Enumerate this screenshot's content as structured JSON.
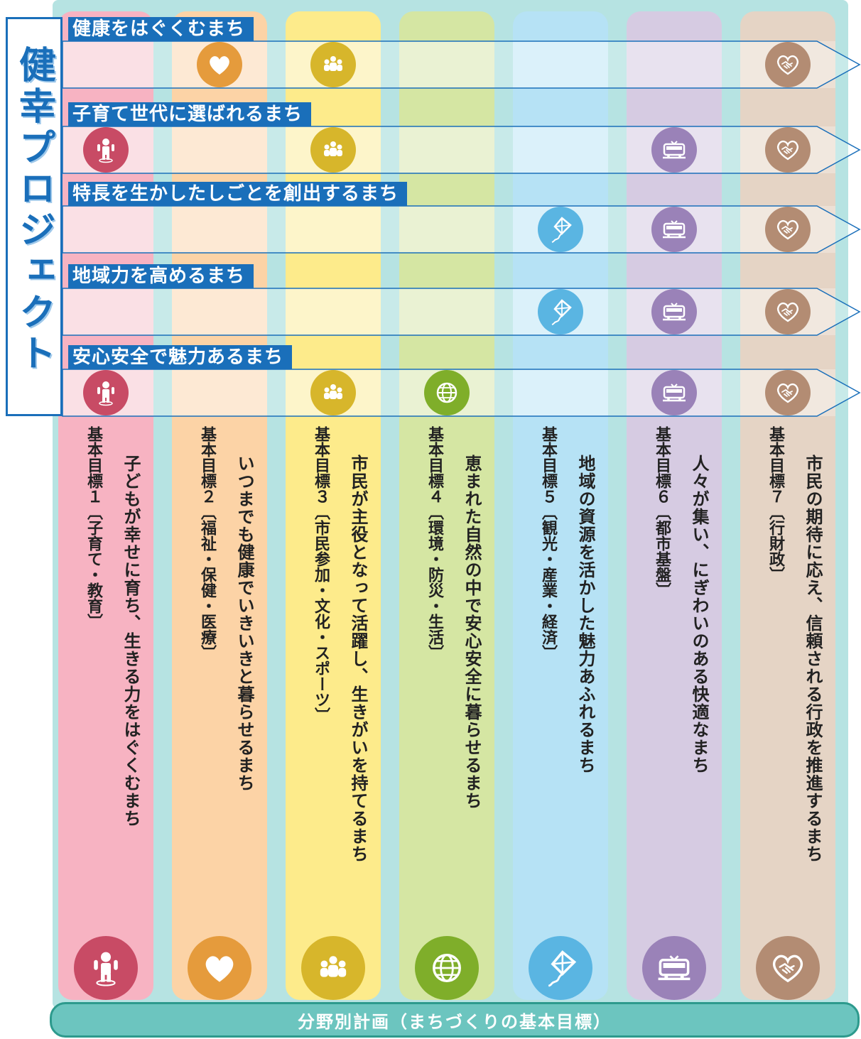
{
  "project_label": "健幸プロジェクト",
  "bottom_label": "分野別計画（まちづくりの基本目標）",
  "goals": [
    {
      "label": "基本目標１〔子育て・教育〕",
      "title": "子どもが幸せに育ち、生きる力をはぐくむまち",
      "color": "#f7b3c2",
      "band_color": "#f8d6dd",
      "icon_color": "#c84b65",
      "icon": "child-icon"
    },
    {
      "label": "基本目標２〔福祉・保健・医療〕",
      "title": "いつまでも健康でいきいきと暮らせるまち",
      "color": "#fcd3a6",
      "band_color": "#fde2c6",
      "icon_color": "#e59b3c",
      "icon": "heart-icon"
    },
    {
      "label": "基本目標３〔市民参加・文化・スポーツ〕",
      "title": "市民が主役となって活躍し、生きがいを持てるまち",
      "color": "#fdeb8b",
      "band_color": "#fdf2b8",
      "icon_color": "#d7b62b",
      "icon": "people-icon"
    },
    {
      "label": "基本目標４〔環境・防災・生活〕",
      "title": "恵まれた自然の中で安心安全に暮らせるまち",
      "color": "#d5e6a3",
      "band_color": "#e3eec4",
      "icon_color": "#7fae2a",
      "icon": "globe-icon"
    },
    {
      "label": "基本目標５〔観光・産業・経済〕",
      "title": "地域の資源を活かした魅力あふれるまち",
      "color": "#b6e2f5",
      "band_color": "#cfecf8",
      "icon_color": "#5ab5e2",
      "icon": "kite-icon"
    },
    {
      "label": "基本目標６〔都市基盤〕",
      "title": "人々が集い、にぎわいのある快適なまち",
      "color": "#d6cbe2",
      "band_color": "#e1d8ea",
      "icon_color": "#9a82b8",
      "icon": "train-icon"
    },
    {
      "label": "基本目標７〔行財政〕",
      "title": "市民の期待に応え、信頼される行政を推進するまち",
      "color": "#e5d4c5",
      "band_color": "#ece0d5",
      "icon_color": "#b38c73",
      "icon": "handshake-heart-icon"
    }
  ],
  "projects": [
    {
      "title": "健康をはぐくむまち",
      "goals": [
        2,
        3,
        7
      ]
    },
    {
      "title": "子育て世代に選ばれるまち",
      "goals": [
        1,
        3,
        6,
        7
      ]
    },
    {
      "title": "特長を生かしたしごとを創出するまち",
      "goals": [
        5,
        6,
        7
      ]
    },
    {
      "title": "地域力を高めるまち",
      "goals": [
        5,
        6,
        7
      ]
    },
    {
      "title": "安心安全で魅力あるまち",
      "goals": [
        1,
        3,
        4,
        6,
        7
      ]
    }
  ]
}
